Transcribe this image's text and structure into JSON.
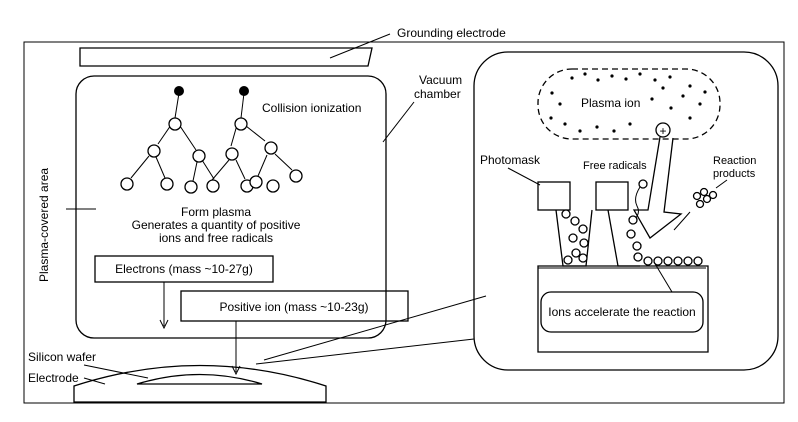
{
  "labels": {
    "grounding_electrode": "Grounding electrode",
    "vacuum_chamber_line1": "Vacuum",
    "vacuum_chamber_line2": "chamber",
    "collision_ionization": "Collision ionization",
    "plasma_covered_area": "Plasma-covered area",
    "form_plasma": "Form plasma",
    "generates_line1": "Generates a quantity of positive",
    "generates_line2": "ions and free radicals",
    "electrons": "Electrons (mass ~10-27g)",
    "positive_ion": "Positive ion (mass ~10-23g)",
    "silicon_wafer": "Silicon wafer",
    "electrode": "Electrode",
    "plasma_ion": "Plasma ion",
    "photomask": "Photomask",
    "free_radicals": "Free radicals",
    "reaction_products_line1": "Reaction",
    "reaction_products_line2": "products",
    "ions_accelerate": "Ions accelerate the reaction",
    "plus_sign": "+"
  }
}
